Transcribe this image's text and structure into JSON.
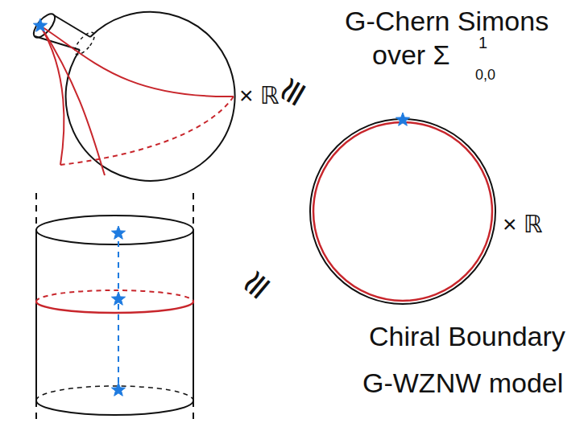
{
  "diagram": {
    "labels": [
      "G-Chern Simons",
      "over Σ",
      "1",
      "0,0",
      "× ℝ",
      "≅",
      "× ℝ",
      "≅",
      "Chiral Boundary",
      "G-WZNW model"
    ]
  }
}
